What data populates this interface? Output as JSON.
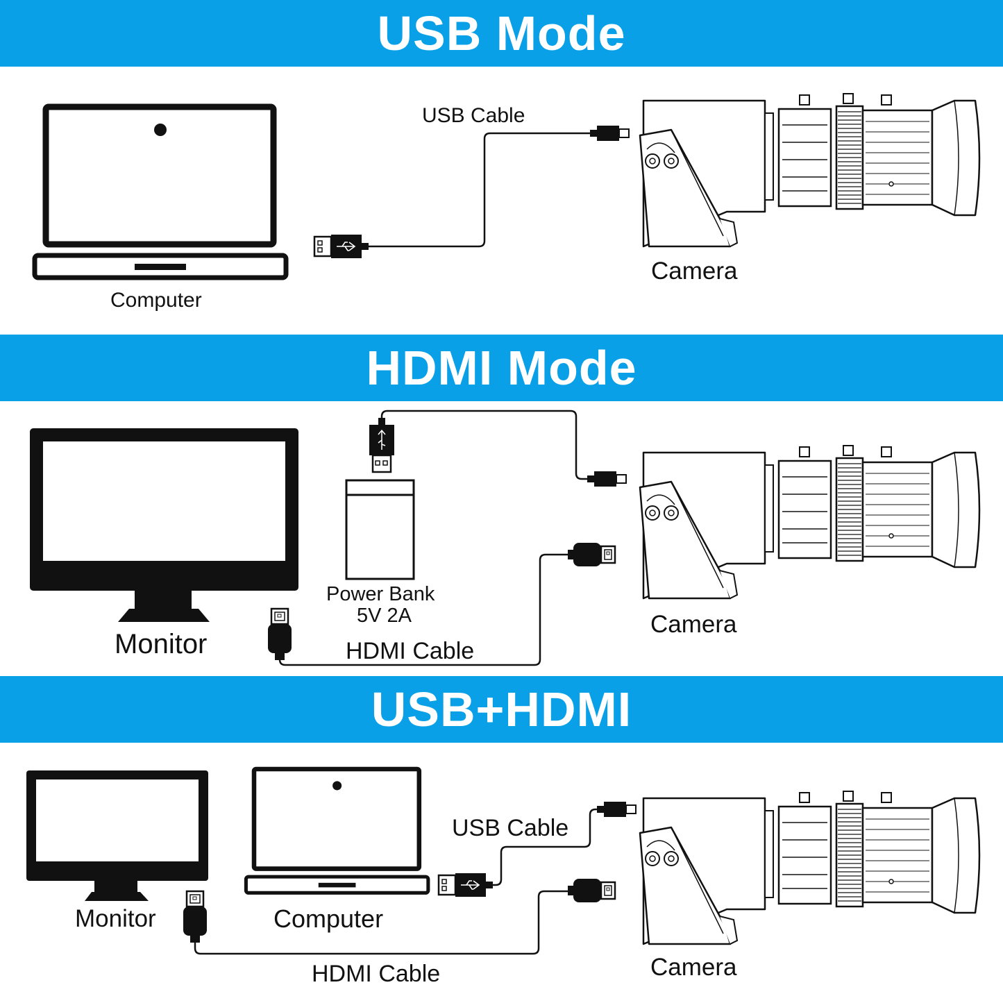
{
  "colors": {
    "band": "#0aa0e8",
    "band_text": "#ffffff",
    "line_art": "#111111"
  },
  "sections": {
    "usb": {
      "title": "USB Mode",
      "computer_label": "Computer",
      "cable_label": "USB Cable",
      "camera_label": "Camera"
    },
    "hdmi": {
      "title": "HDMI Mode",
      "monitor_label": "Monitor",
      "power_bank_label": "Power Bank",
      "power_bank_spec": "5V 2A",
      "cable_label": "HDMI Cable",
      "camera_label": "Camera"
    },
    "both": {
      "title": "USB+HDMI",
      "monitor_label": "Monitor",
      "computer_label": "Computer",
      "usb_cable_label": "USB Cable",
      "hdmi_cable_label": "HDMI Cable",
      "camera_label": "Camera"
    }
  },
  "icons": [
    "laptop-icon",
    "monitor-icon",
    "camera-icon",
    "usb-plug-icon",
    "hdmi-plug-icon",
    "micro-usb-plug-icon",
    "power-bank-icon"
  ]
}
